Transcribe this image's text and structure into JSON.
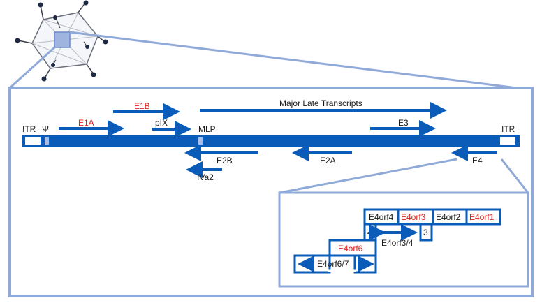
{
  "colors": {
    "blue": "#0a5cb8",
    "frame": "#8fa9d8",
    "red": "#e0201b",
    "text": "#1a1a1a"
  },
  "genome": {
    "itr_left": "ITR",
    "psi": "Ψ",
    "itr_right": "ITR",
    "mlp": "MLP"
  },
  "transcripts": {
    "e1a": "E1A",
    "e1b": "E1B",
    "pix": "pIX",
    "major_late": "Major Late Transcripts",
    "e3": "E3",
    "e2b": "E2B",
    "iva2": "IVa2",
    "e2a": "E2A",
    "e4": "E4"
  },
  "e4_region": {
    "orf4": "E4orf4",
    "orf3": "E4orf3",
    "orf2": "E4orf2",
    "orf1": "E4orf1",
    "box4": "4",
    "box3": "3",
    "orf3_4": "E4orf3/4",
    "orf6": "E4orf6",
    "orf6_7": "E4orf6/7"
  }
}
